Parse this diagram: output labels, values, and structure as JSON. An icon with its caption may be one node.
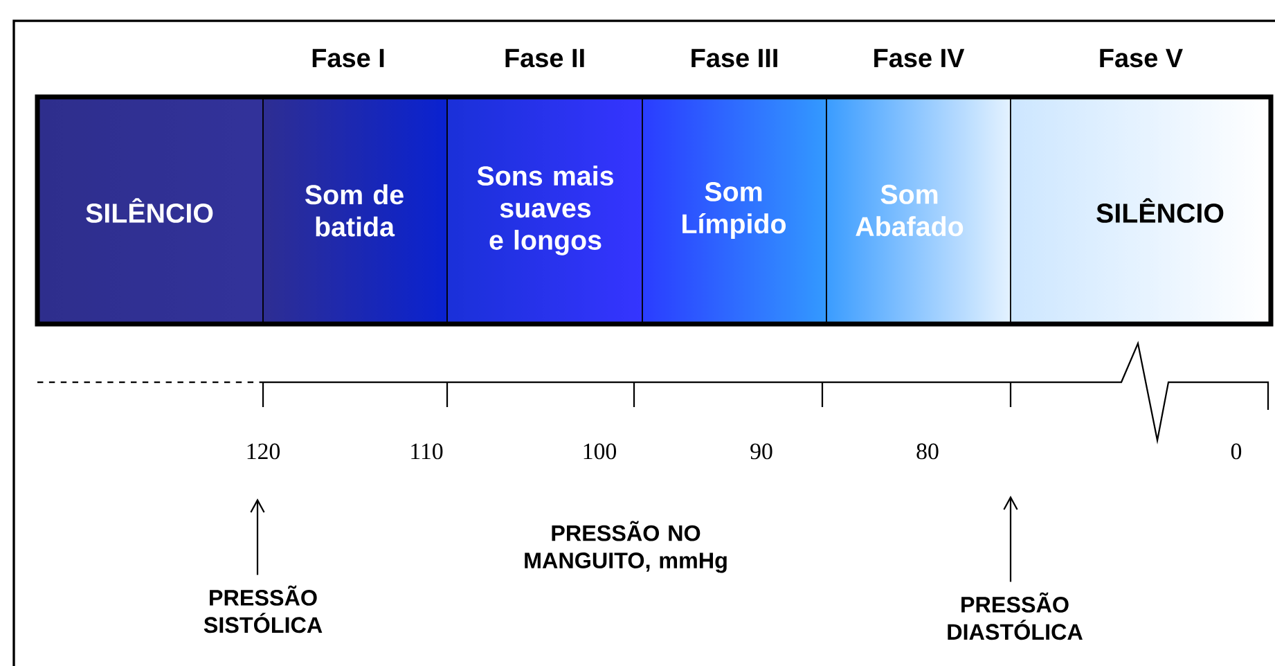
{
  "diagram": {
    "nodes": [
      {
        "text": [
          "SILÊNCIO"
        ]
      },
      {
        "text": [
          "Fase I",
          "Som de batida"
        ]
      },
      {
        "text": [
          "Fase II",
          "Sons mais suaves e longos"
        ]
      },
      {
        "text": [
          "Fase III",
          "Som Límpido"
        ]
      },
      {
        "text": [
          "Fase IV",
          "Som Abafado"
        ]
      },
      {
        "text": [
          "Fase V",
          "SILÊNCIO"
        ]
      },
      {
        "text": [
          "PRESSÃO SISTÓLICA"
        ]
      },
      {
        "text": [
          "PRESSÃO DIASTÓLICA"
        ]
      }
    ],
    "edges": [
      {
        "from": 6,
        "to": null,
        "arrow": "to"
      },
      {
        "from": 7,
        "to": null,
        "arrow": "to"
      }
    ],
    "labels": [
      "120",
      "110",
      "100",
      "90",
      "80",
      "0",
      "PRESSÃO NO MANGUITO, mmHg"
    ]
  }
}
